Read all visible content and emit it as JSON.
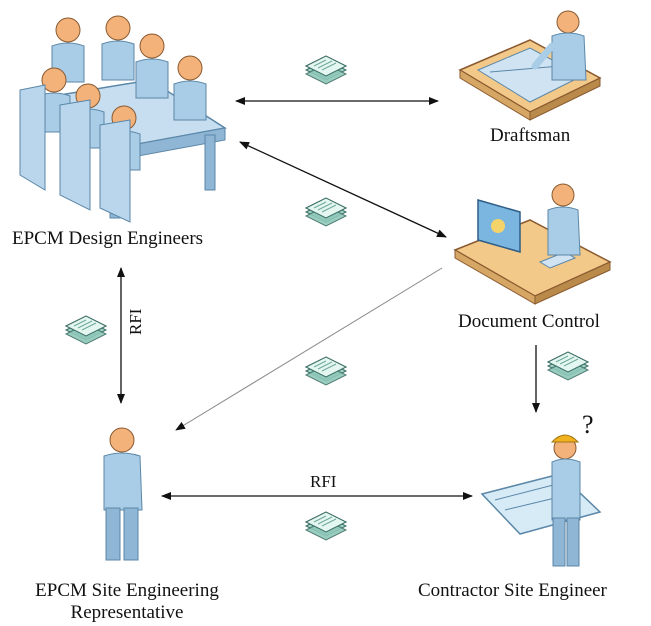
{
  "labels": {
    "epcm_design_engineers": "EPCM Design Engineers",
    "draftsman": "Draftsman",
    "document_control": "Document Control",
    "epcm_site_rep": "EPCM Site Engineering Representative",
    "contractor_site_engineer": "Contractor Site Engineer",
    "rfi_vertical": "RFI",
    "rfi_horizontal": "RFI",
    "question_mark": "?"
  },
  "colors": {
    "skin": "#f2b27a",
    "body_blue": "#a9cde6",
    "body_blue_dark": "#6fa3c8",
    "desk_top": "#f3c98a",
    "desk_side": "#b98a4a",
    "paper_green": "#bfe6d6",
    "hardhat": "#f2b21f",
    "arrow": "#111111"
  }
}
